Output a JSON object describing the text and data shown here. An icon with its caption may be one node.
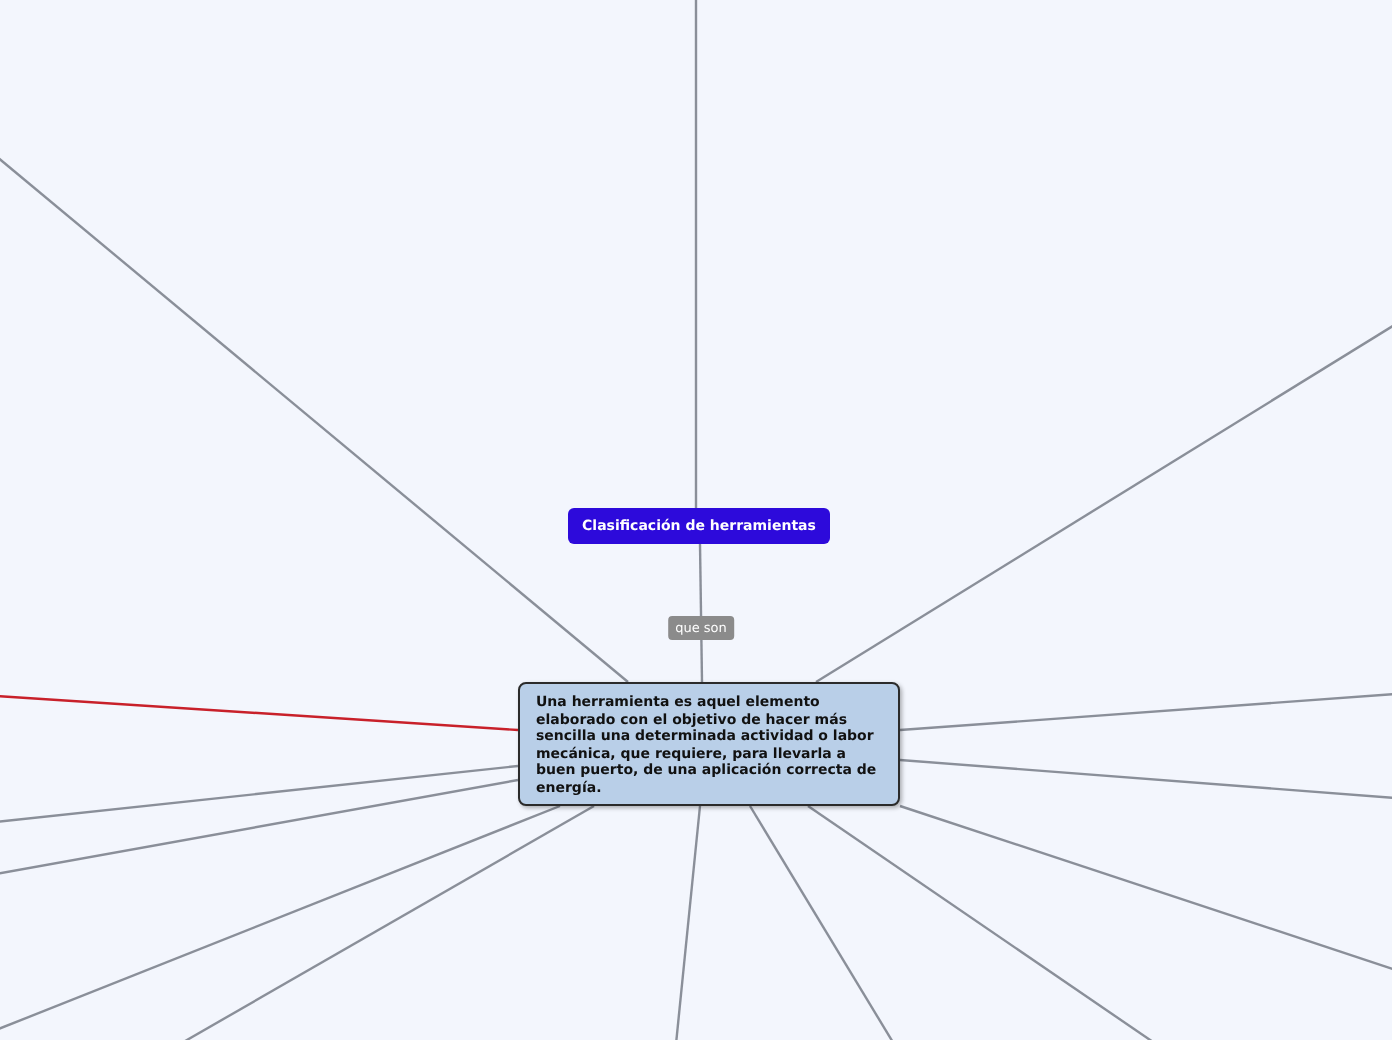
{
  "diagram": {
    "nodes": [
      {
        "text": [
          "Clasificación de herramientas"
        ]
      },
      {
        "text": [
          "Una herramienta es aquel elemento elaborado con el objetivo de hacer más sencilla una determinada actividad o labor mecánica, que requiere, para llevarla a buen puerto, de una aplicación correcta de energía."
        ]
      }
    ],
    "edges": [
      {
        "from": null,
        "to": 0,
        "arrow": "none"
      },
      {
        "from": 0,
        "to": 1,
        "arrow": "none",
        "label": "que son"
      },
      {
        "from": 1,
        "to": null,
        "arrow": "none"
      },
      {
        "from": 1,
        "to": null,
        "arrow": "none"
      },
      {
        "from": 1,
        "to": null,
        "arrow": "none",
        "color": "#c8202a"
      },
      {
        "from": 1,
        "to": null,
        "arrow": "none"
      },
      {
        "from": 1,
        "to": null,
        "arrow": "none"
      },
      {
        "from": 1,
        "to": null,
        "arrow": "none"
      },
      {
        "from": 1,
        "to": null,
        "arrow": "none"
      },
      {
        "from": 1,
        "to": null,
        "arrow": "none"
      },
      {
        "from": 1,
        "to": null,
        "arrow": "none"
      },
      {
        "from": 1,
        "to": null,
        "arrow": "none"
      },
      {
        "from": 1,
        "to": null,
        "arrow": "none"
      },
      {
        "from": 1,
        "to": null,
        "arrow": "none"
      },
      {
        "from": 1,
        "to": null,
        "arrow": "none"
      }
    ]
  }
}
